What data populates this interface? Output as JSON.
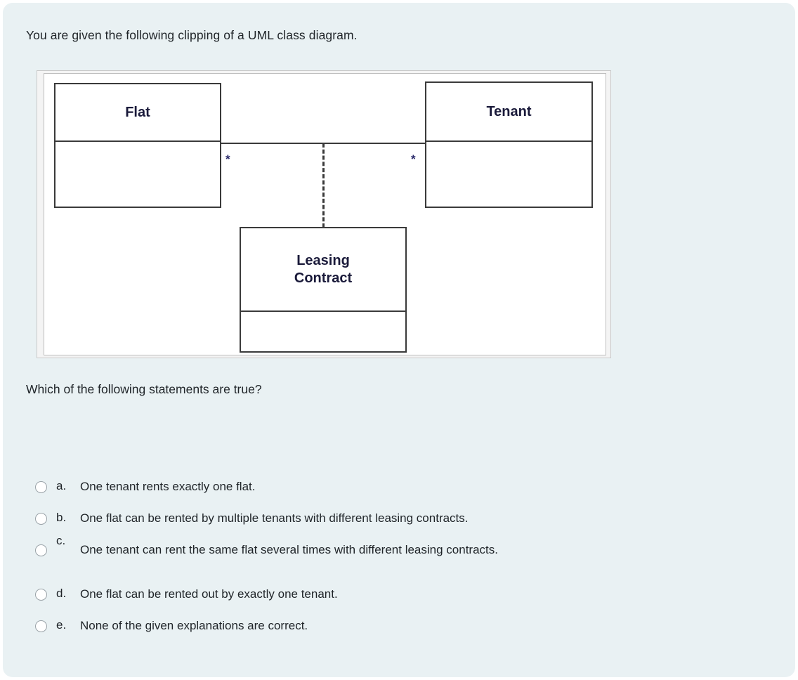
{
  "intro": "You are given the following clipping of a UML class diagram.",
  "question": "Which of the following statements are true?",
  "diagram": {
    "type": "uml-class-diagram",
    "classes": [
      {
        "id": "flat",
        "name": "Flat"
      },
      {
        "id": "tenant",
        "name": "Tenant"
      },
      {
        "id": "contract",
        "name_line1": "Leasing",
        "name_line2": "Contract"
      }
    ],
    "association": {
      "from": "Flat",
      "to": "Tenant",
      "multiplicity_from": "*",
      "multiplicity_to": "*",
      "association_class": "Leasing Contract",
      "link_style": "dashed"
    }
  },
  "options": [
    {
      "letter": "a.",
      "text": "One tenant rents exactly one flat."
    },
    {
      "letter": "b.",
      "text": "One flat can be rented by multiple tenants with different leasing contracts."
    },
    {
      "letter": "c.",
      "text": "One tenant can rent the same flat several times with different leasing contracts."
    },
    {
      "letter": "d.",
      "text": "One flat can be rented out by exactly one tenant."
    },
    {
      "letter": "e.",
      "text": "None of the given explanations are correct."
    }
  ],
  "colors": {
    "page_background": "#e9f1f3",
    "diagram_background": "#ffffff",
    "box_border": "#3a3a3a",
    "class_name": "#1a1a3a",
    "text": "#1f2428"
  }
}
